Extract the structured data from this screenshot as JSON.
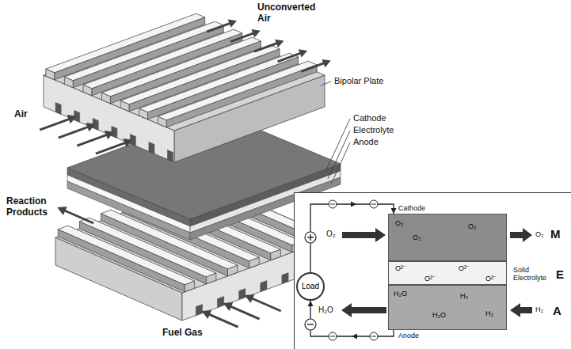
{
  "diagram": {
    "nodes": [
      {
        "text": [
          "Load"
        ]
      },
      {
        "text": [
          "O₂",
          "O₂",
          "O₂"
        ]
      },
      {
        "text": [
          "O²⁻",
          "O²⁻",
          "O²⁻",
          "O²⁻"
        ]
      },
      {
        "text": [
          "H₂O",
          "H₂",
          "H₂O",
          "H₂"
        ]
      }
    ],
    "edges": [
      {
        "from": 0,
        "to": 1,
        "arrow": "to"
      },
      {
        "from": 3,
        "to": 0,
        "arrow": "to"
      }
    ],
    "labels": [
      "Unconverted Air",
      "Bipolar Plate",
      "Air",
      "Cathode",
      "Electrolyte",
      "Anode",
      "Reaction Products",
      "Fuel Gas",
      "Cathode",
      "O₂",
      "O₂",
      "M",
      "Solid Electrolyte",
      "E",
      "H₂O",
      "H₂",
      "A",
      "Anode"
    ]
  }
}
